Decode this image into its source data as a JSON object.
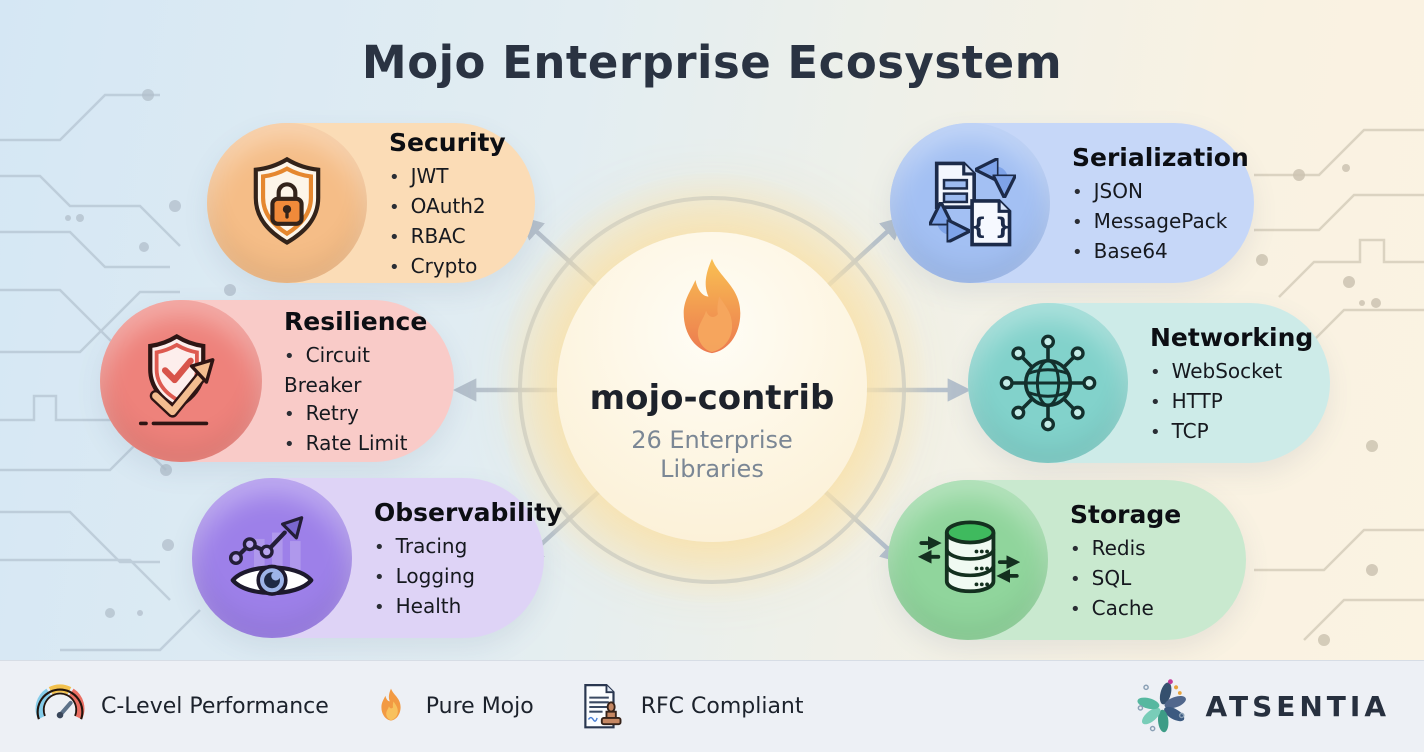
{
  "title": "Mojo Enterprise Ecosystem",
  "center": {
    "icon": "mojo-flame-icon",
    "name": "mojo-contrib",
    "subtitle": "26 Enterprise Libraries"
  },
  "categories": [
    {
      "id": "security",
      "label": "Security",
      "icon": "shield-lock-icon",
      "items": [
        "JWT",
        "OAuth2",
        "RBAC",
        "Crypto"
      ],
      "pill_color": "#fbdcb6",
      "circle_color": "#f5bd87"
    },
    {
      "id": "resilience",
      "label": "Resilience",
      "icon": "shield-check-arrow-icon",
      "items": [
        "Circuit Breaker",
        "Retry",
        "Rate Limit"
      ],
      "pill_color": "#f9cbc8",
      "circle_color": "#ee827b"
    },
    {
      "id": "observability",
      "label": "Observability",
      "icon": "eye-chart-icon",
      "items": [
        "Tracing",
        "Logging",
        "Health"
      ],
      "pill_color": "#ded3f6",
      "circle_color": "#9d80e9"
    },
    {
      "id": "serialization",
      "label": "Serialization",
      "icon": "documents-swap-icon",
      "items": [
        "JSON",
        "MessagePack",
        "Base64"
      ],
      "pill_color": "#c6d7f8",
      "circle_color": "#a3c0f3"
    },
    {
      "id": "networking",
      "label": "Networking",
      "icon": "globe-network-icon",
      "items": [
        "WebSocket",
        "HTTP",
        "TCP"
      ],
      "pill_color": "#cdebe8",
      "circle_color": "#82d2cb"
    },
    {
      "id": "storage",
      "label": "Storage",
      "icon": "database-icon",
      "items": [
        "Redis",
        "SQL",
        "Cache"
      ],
      "pill_color": "#c9e9cf",
      "circle_color": "#90d59c"
    }
  ],
  "footer": {
    "badges": [
      {
        "label": "C-Level Performance",
        "icon": "gauge-icon"
      },
      {
        "label": "Pure Mojo",
        "icon": "flame-icon"
      },
      {
        "label": "RFC Compliant",
        "icon": "document-stamp-icon"
      }
    ],
    "brand": {
      "name": "ATSENTIA",
      "icon": "atsentia-logo-icon"
    }
  },
  "colors": {
    "title_text": "#2a3342",
    "ring_arrows": "#b5c1cd",
    "hub_fill": "#fdf5e1",
    "hub_glow": "#f8dea4",
    "flame_top": "#f9c052",
    "flame_bottom": "#ec7a50",
    "footer_bg": "#edf0f5"
  }
}
